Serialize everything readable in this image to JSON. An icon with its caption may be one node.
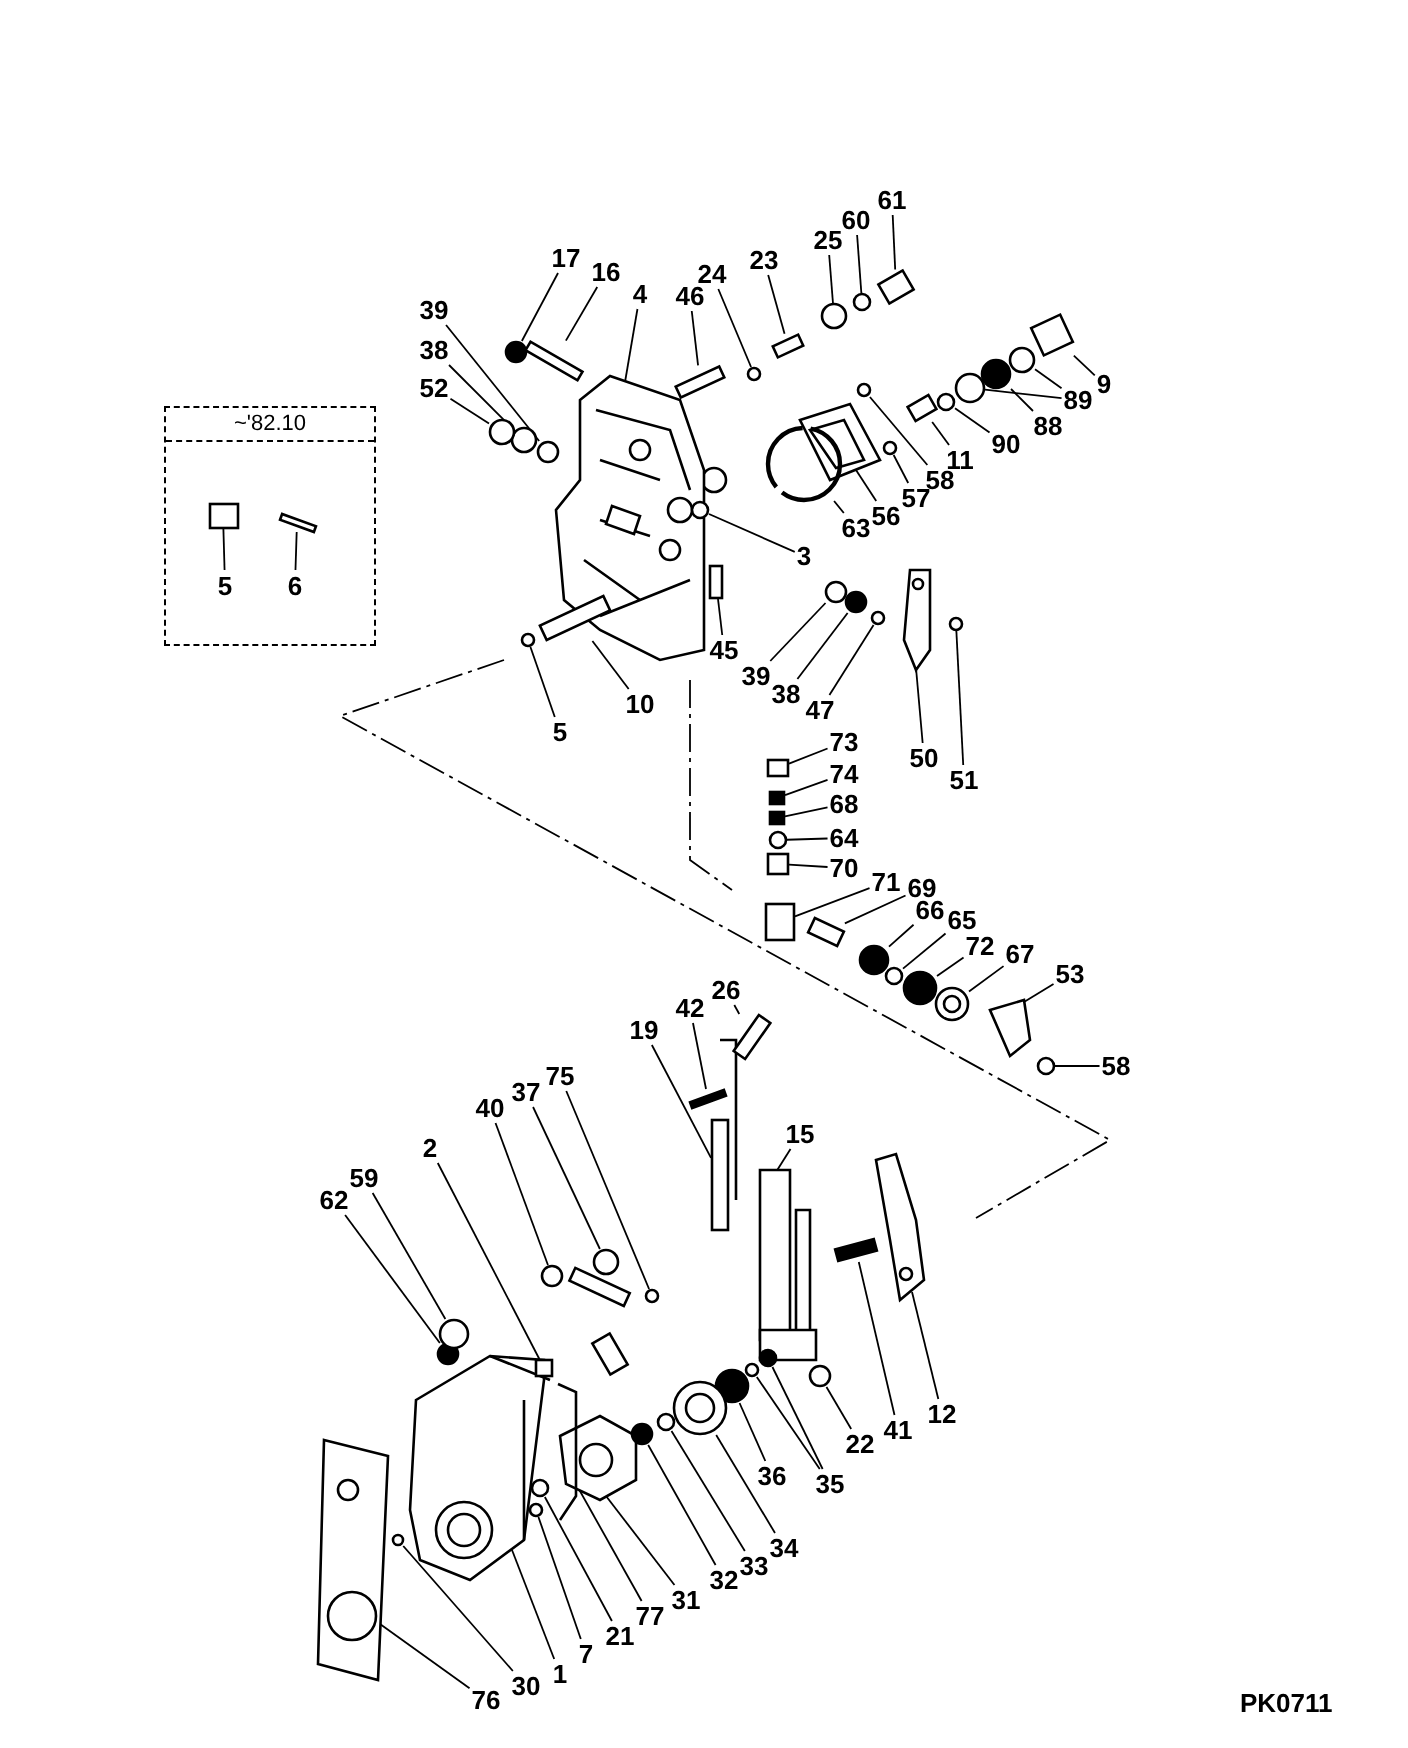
{
  "diagram": {
    "nodes": [
      {
        "text": [
          "~'82.10"
        ]
      },
      {
        "text": [
          "5"
        ],
        "in": 0
      },
      {
        "text": [
          "6"
        ],
        "in": 0
      },
      {
        "text": [
          "17"
        ]
      },
      {
        "text": [
          "16"
        ]
      },
      {
        "text": [
          "4"
        ]
      },
      {
        "text": [
          "46"
        ]
      },
      {
        "text": [
          "24"
        ]
      },
      {
        "text": [
          "23"
        ]
      },
      {
        "text": [
          "25"
        ]
      },
      {
        "text": [
          "60"
        ]
      },
      {
        "text": [
          "61"
        ]
      },
      {
        "text": [
          "39"
        ]
      },
      {
        "text": [
          "38"
        ]
      },
      {
        "text": [
          "52"
        ]
      },
      {
        "text": [
          "9"
        ]
      },
      {
        "text": [
          "89"
        ]
      },
      {
        "text": [
          "88"
        ]
      },
      {
        "text": [
          "90"
        ]
      },
      {
        "text": [
          "11"
        ]
      },
      {
        "text": [
          "58"
        ]
      },
      {
        "text": [
          "57"
        ]
      },
      {
        "text": [
          "56"
        ]
      },
      {
        "text": [
          "63"
        ]
      },
      {
        "text": [
          "3"
        ]
      },
      {
        "text": [
          "45"
        ]
      },
      {
        "text": [
          "39"
        ]
      },
      {
        "text": [
          "38"
        ]
      },
      {
        "text": [
          "47"
        ]
      },
      {
        "text": [
          "10"
        ]
      },
      {
        "text": [
          "5"
        ]
      },
      {
        "text": [
          "50"
        ]
      },
      {
        "text": [
          "51"
        ]
      },
      {
        "text": [
          "73"
        ]
      },
      {
        "text": [
          "74"
        ]
      },
      {
        "text": [
          "68"
        ]
      },
      {
        "text": [
          "64"
        ]
      },
      {
        "text": [
          "70"
        ]
      },
      {
        "text": [
          "71"
        ]
      },
      {
        "text": [
          "69"
        ]
      },
      {
        "text": [
          "66"
        ]
      },
      {
        "text": [
          "65"
        ]
      },
      {
        "text": [
          "72"
        ]
      },
      {
        "text": [
          "67"
        ]
      },
      {
        "text": [
          "53"
        ]
      },
      {
        "text": [
          "58"
        ]
      },
      {
        "text": [
          "26"
        ]
      },
      {
        "text": [
          "42"
        ]
      },
      {
        "text": [
          "19"
        ]
      },
      {
        "text": [
          "15"
        ]
      },
      {
        "text": [
          "12"
        ]
      },
      {
        "text": [
          "41"
        ]
      },
      {
        "text": [
          "22"
        ]
      },
      {
        "text": [
          "35"
        ]
      },
      {
        "text": [
          "36"
        ]
      },
      {
        "text": [
          "34"
        ]
      },
      {
        "text": [
          "33"
        ]
      },
      {
        "text": [
          "32"
        ]
      },
      {
        "text": [
          "31"
        ]
      },
      {
        "text": [
          "77"
        ]
      },
      {
        "text": [
          "21"
        ]
      },
      {
        "text": [
          "7"
        ]
      },
      {
        "text": [
          "1"
        ]
      },
      {
        "text": [
          "30"
        ]
      },
      {
        "text": [
          "76"
        ]
      },
      {
        "text": [
          "62"
        ]
      },
      {
        "text": [
          "59"
        ]
      },
      {
        "text": [
          "2"
        ]
      },
      {
        "text": [
          "40"
        ]
      },
      {
        "text": [
          "37"
        ]
      },
      {
        "text": [
          "75"
        ]
      },
      {
        "text": [],
        "shape": "box",
        "in": 0
      },
      {
        "text": [],
        "shape": "box",
        "in": 0
      },
      {
        "text": [],
        "shape": "circle"
      },
      {
        "text": [],
        "shape": "box"
      },
      {
        "text": [],
        "shape": "picture"
      },
      {
        "text": [],
        "shape": "box"
      },
      {
        "text": [],
        "shape": "circle"
      },
      {
        "text": [],
        "shape": "box"
      },
      {
        "text": [],
        "shape": "circle"
      },
      {
        "text": [],
        "shape": "circle"
      },
      {
        "text": [],
        "shape": "box"
      },
      {
        "text": [],
        "shape": "circle"
      },
      {
        "text": [],
        "shape": "circle"
      },
      {
        "text": [],
        "shape": "circle"
      },
      {
        "text": [],
        "shape": "box"
      },
      {
        "text": [],
        "shape": "circle"
      },
      {
        "text": [],
        "shape": "circle"
      },
      {
        "text": [],
        "shape": "circle"
      },
      {
        "text": [],
        "shape": "circle"
      },
      {
        "text": [],
        "shape": "box"
      },
      {
        "text": [],
        "shape": "circle"
      },
      {
        "text": [],
        "shape": "circle"
      },
      {
        "text": [],
        "shape": "picture"
      },
      {
        "text": [],
        "shape": "circle"
      },
      {
        "text": [],
        "shape": "circle"
      },
      {
        "text": [],
        "shape": "box"
      },
      {
        "text": [],
        "shape": "circle"
      },
      {
        "text": [],
        "shape": "circle"
      },
      {
        "text": [],
        "shape": "circle"
      },
      {
        "text": [],
        "shape": "box"
      },
      {
        "text": [],
        "shape": "circle"
      },
      {
        "text": [],
        "shape": "picture"
      },
      {
        "text": [],
        "shape": "circle"
      },
      {
        "text": [],
        "shape": "box"
      },
      {
        "text": [],
        "shape": "box"
      },
      {
        "text": [],
        "shape": "box"
      },
      {
        "text": [],
        "shape": "circle"
      },
      {
        "text": [],
        "shape": "box"
      },
      {
        "text": [],
        "shape": "box"
      },
      {
        "text": [],
        "shape": "box"
      },
      {
        "text": [],
        "shape": "circle"
      },
      {
        "text": [],
        "shape": "circle"
      },
      {
        "text": [],
        "shape": "circle"
      },
      {
        "text": [],
        "shape": "circle"
      },
      {
        "text": [],
        "shape": "picture"
      },
      {
        "text": [],
        "shape": "circle"
      },
      {
        "text": [],
        "shape": "box"
      },
      {
        "text": [],
        "shape": "box"
      },
      {
        "text": [],
        "shape": "box"
      },
      {
        "text": [],
        "shape": "picture"
      },
      {
        "text": [],
        "shape": "picture"
      },
      {
        "text": [],
        "shape": "box"
      },
      {
        "text": [],
        "shape": "circle"
      },
      {
        "text": [],
        "shape": "circle"
      },
      {
        "text": [],
        "shape": "circle"
      },
      {
        "text": [],
        "shape": "circle"
      },
      {
        "text": [],
        "shape": "circle"
      },
      {
        "text": [],
        "shape": "circle"
      },
      {
        "text": [],
        "shape": "circle"
      },
      {
        "text": [],
        "shape": "picture"
      },
      {
        "text": [],
        "shape": "picture"
      },
      {
        "text": [],
        "shape": "circle"
      },
      {
        "text": [],
        "shape": "circle"
      },
      {
        "text": [],
        "shape": "picture"
      },
      {
        "text": [],
        "shape": "circle"
      },
      {
        "text": [],
        "shape": "picture"
      },
      {
        "text": [],
        "shape": "circle"
      },
      {
        "text": [],
        "shape": "circle"
      },
      {
        "text": [],
        "shape": "box"
      },
      {
        "text": [],
        "shape": "circle"
      },
      {
        "text": [],
        "shape": "circle"
      },
      {
        "text": [],
        "shape": "circle"
      }
    ],
    "edges": [
      {
        "from": 1,
        "to": 71,
        "arrow": "none"
      },
      {
        "from": 2,
        "to": 72,
        "arrow": "none"
      },
      {
        "from": 3,
        "to": 73,
        "arrow": "none"
      },
      {
        "from": 4,
        "to": 74,
        "arrow": "none"
      },
      {
        "from": 5,
        "to": 75,
        "arrow": "none"
      },
      {
        "from": 6,
        "to": 76,
        "arrow": "none"
      },
      {
        "from": 7,
        "to": 77,
        "arrow": "none"
      },
      {
        "from": 8,
        "to": 78,
        "arrow": "none"
      },
      {
        "from": 9,
        "to": 79,
        "arrow": "none"
      },
      {
        "from": 10,
        "to": 80,
        "arrow": "none"
      },
      {
        "from": 11,
        "to": 81,
        "arrow": "none"
      },
      {
        "from": 12,
        "to": 82,
        "arrow": "none"
      },
      {
        "from": 13,
        "to": 83,
        "arrow": "none"
      },
      {
        "from": 14,
        "to": 84,
        "arrow": "none"
      },
      {
        "from": 15,
        "to": 85,
        "arrow": "none"
      },
      {
        "from": 16,
        "to": 86,
        "arrow": "none"
      },
      {
        "from": 16,
        "to": 87,
        "arrow": "none"
      },
      {
        "from": 17,
        "to": 88,
        "arrow": "none"
      },
      {
        "from": 18,
        "to": 89,
        "arrow": "none"
      },
      {
        "from": 19,
        "to": 90,
        "arrow": "none"
      },
      {
        "from": 20,
        "to": 91,
        "arrow": "none"
      },
      {
        "from": 21,
        "to": 92,
        "arrow": "none"
      },
      {
        "from": 22,
        "to": 93,
        "arrow": "none"
      },
      {
        "from": 23,
        "to": 94,
        "arrow": "none"
      },
      {
        "from": 24,
        "to": 95,
        "arrow": "none"
      },
      {
        "from": 25,
        "to": 96,
        "arrow": "none"
      },
      {
        "from": 26,
        "to": 97,
        "arrow": "none"
      },
      {
        "from": 27,
        "to": 98,
        "arrow": "none"
      },
      {
        "from": 28,
        "to": 99,
        "arrow": "none"
      },
      {
        "from": 29,
        "to": 100,
        "arrow": "none"
      },
      {
        "from": 30,
        "to": 101,
        "arrow": "none"
      },
      {
        "from": 31,
        "to": 102,
        "arrow": "none"
      },
      {
        "from": 32,
        "to": 103,
        "arrow": "none"
      },
      {
        "from": 33,
        "to": 104,
        "arrow": "none"
      },
      {
        "from": 34,
        "to": 105,
        "arrow": "none"
      },
      {
        "from": 35,
        "to": 106,
        "arrow": "none"
      },
      {
        "from": 36,
        "to": 107,
        "arrow": "none"
      },
      {
        "from": 37,
        "to": 108,
        "arrow": "none"
      },
      {
        "from": 38,
        "to": 109,
        "arrow": "none"
      },
      {
        "from": 39,
        "to": 110,
        "arrow": "none"
      },
      {
        "from": 40,
        "to": 111,
        "arrow": "none"
      },
      {
        "from": 41,
        "to": 112,
        "arrow": "none"
      },
      {
        "from": 42,
        "to": 113,
        "arrow": "none"
      },
      {
        "from": 43,
        "to": 114,
        "arrow": "none"
      },
      {
        "from": 44,
        "to": 115,
        "arrow": "none"
      },
      {
        "from": 45,
        "to": 116,
        "arrow": "none"
      },
      {
        "from": 46,
        "to": 117,
        "arrow": "none"
      },
      {
        "from": 47,
        "to": 118,
        "arrow": "none"
      },
      {
        "from": 48,
        "to": 119,
        "arrow": "none"
      },
      {
        "from": 49,
        "to": 120,
        "arrow": "none"
      },
      {
        "from": 50,
        "to": 121,
        "arrow": "none"
      },
      {
        "from": 51,
        "to": 122,
        "arrow": "none"
      },
      {
        "from": 52,
        "to": 123,
        "arrow": "none"
      },
      {
        "from": 53,
        "to": 124,
        "arrow": "none"
      },
      {
        "from": 53,
        "to": 125,
        "arrow": "none"
      },
      {
        "from": 54,
        "to": 126,
        "arrow": "none"
      },
      {
        "from": 55,
        "to": 127,
        "arrow": "none"
      },
      {
        "from": 56,
        "to": 128,
        "arrow": "none"
      },
      {
        "from": 57,
        "to": 129,
        "arrow": "none"
      },
      {
        "from": 58,
        "to": 130,
        "arrow": "none"
      },
      {
        "from": 59,
        "to": 131,
        "arrow": "none"
      },
      {
        "from": 60,
        "to": 132,
        "arrow": "none"
      },
      {
        "from": 61,
        "to": 133,
        "arrow": "none"
      },
      {
        "from": 62,
        "to": 134,
        "arrow": "none"
      },
      {
        "from": 63,
        "to": 135,
        "arrow": "none"
      },
      {
        "from": 64,
        "to": 136,
        "arrow": "none"
      },
      {
        "from": 65,
        "to": 137,
        "arrow": "none"
      },
      {
        "from": 66,
        "to": 138,
        "arrow": "none"
      },
      {
        "from": 67,
        "to": 139,
        "arrow": "none"
      },
      {
        "from": 68,
        "to": 140,
        "arrow": "none"
      },
      {
        "from": 69,
        "to": 141,
        "arrow": "none"
      },
      {
        "from": 70,
        "to": 142,
        "arrow": "none"
      }
    ],
    "labels": [
      "PK0711"
    ]
  }
}
